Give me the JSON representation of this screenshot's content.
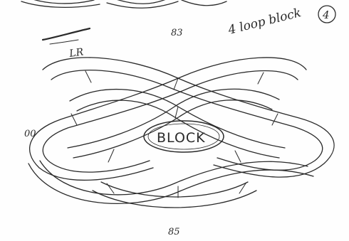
{
  "sketch": {
    "title_note": "4 loop block",
    "page_number": "4",
    "top_number": "83",
    "bottom_number": "85",
    "left_number": "00",
    "direction_mark": "LR",
    "center_label": "BLOCK"
  },
  "colors": {
    "ink": "#2a2a2a",
    "paper": "#fefefe"
  }
}
